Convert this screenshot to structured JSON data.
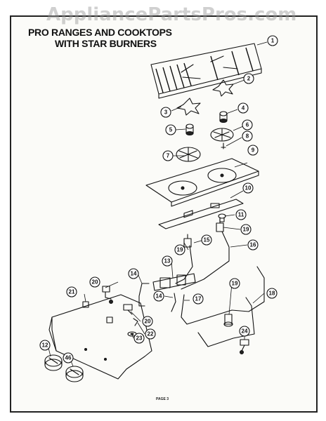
{
  "watermark": "AppliancePartsPros.com",
  "title": {
    "line1": "PRO RANGES AND COOKTOPS",
    "line2": "WITH STAR BURNERS"
  },
  "footer": "PAGE 3",
  "callouts": [
    {
      "n": "1"
    },
    {
      "n": "2"
    },
    {
      "n": "3"
    },
    {
      "n": "4"
    },
    {
      "n": "5"
    },
    {
      "n": "6"
    },
    {
      "n": "7"
    },
    {
      "n": "8"
    },
    {
      "n": "9"
    },
    {
      "n": "10"
    },
    {
      "n": "11"
    },
    {
      "n": "19"
    },
    {
      "n": "15"
    },
    {
      "n": "16"
    },
    {
      "n": "19"
    },
    {
      "n": "13"
    },
    {
      "n": "14"
    },
    {
      "n": "20"
    },
    {
      "n": "21"
    },
    {
      "n": "14"
    },
    {
      "n": "17"
    },
    {
      "n": "19"
    },
    {
      "n": "18"
    },
    {
      "n": "20"
    },
    {
      "n": "22"
    },
    {
      "n": "23"
    },
    {
      "n": "24"
    },
    {
      "n": "12"
    },
    {
      "n": "46"
    }
  ]
}
